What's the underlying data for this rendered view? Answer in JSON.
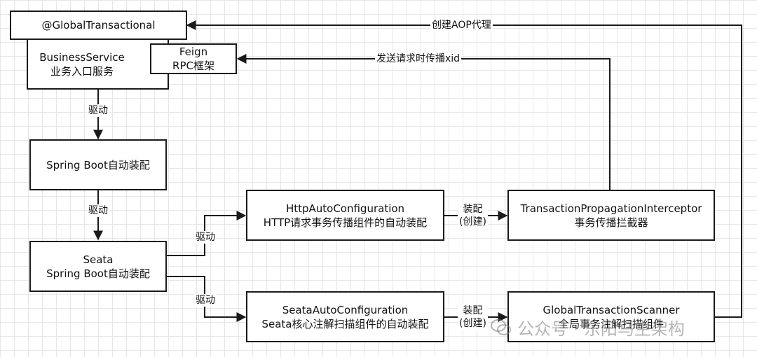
{
  "boxes": {
    "global_tx": "@GlobalTransactional",
    "business": [
      "BusinessService",
      "业务入口服务"
    ],
    "feign": [
      "Feign",
      "RPC框架"
    ],
    "spring_boot": "Spring Boot自动装配",
    "seata": [
      "Seata",
      "Spring Boot自动装配"
    ],
    "http_auto": [
      "HttpAutoConfiguration",
      "HTTP请求事务传播组件的自动装配"
    ],
    "seata_auto": [
      "SeataAutoConfiguration",
      "Seata核心注解扫描组件的自动装配"
    ],
    "tx_interceptor": [
      "TransactionPropagationInterceptor",
      "事务传播拦截器"
    ],
    "tx_scanner": [
      "GlobalTransactionScanner",
      "全局事务注解扫描组件"
    ]
  },
  "labels": {
    "drive": "驱动",
    "assemble": [
      "装配",
      "(创建)"
    ],
    "create_aop": "创建AOP代理",
    "send_xid": "发送请求时传播xid"
  },
  "watermark": "公众号 · 东阳马生架构",
  "colors": {
    "line": "#1a1a1a",
    "grid": "#e6e6e6",
    "watermark": "#8a8a8a"
  }
}
